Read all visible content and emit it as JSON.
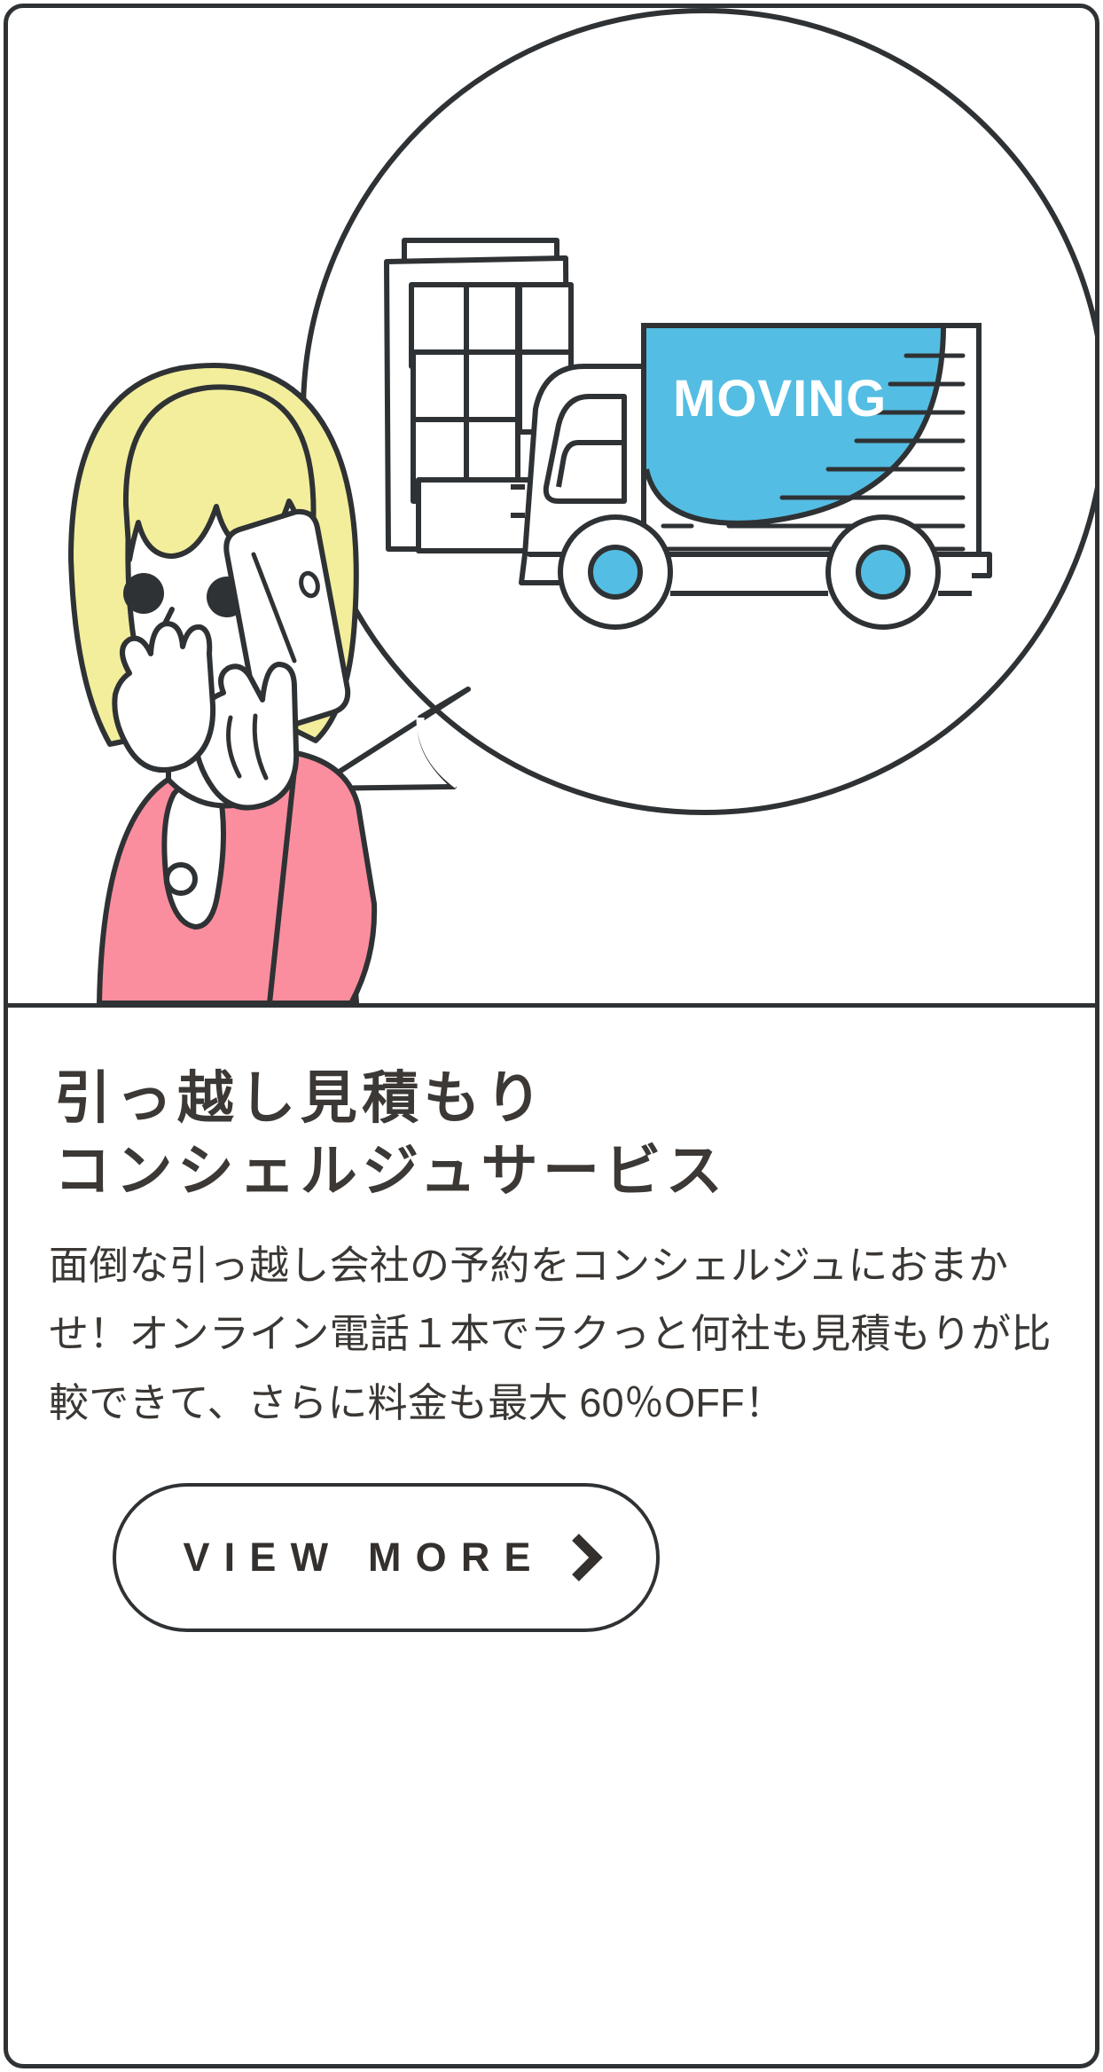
{
  "card": {
    "border_color": "#2f3234",
    "background": "#ffffff"
  },
  "illustration": {
    "name": "moving-service-illustration",
    "alt": "Woman on phone with speech bubble containing a moving truck and apartment building",
    "speech_bubble": {
      "truck_label": "MOVING",
      "truck_panel_color": "#54bde3",
      "wheel_hub_color": "#54bde3",
      "line_color": "#2f3234"
    },
    "character": {
      "hair_color": "#f2ee9c",
      "top_color": "#fb8e9e",
      "skin_color": "#ffffff",
      "outline_color": "#2f3234"
    }
  },
  "content": {
    "headline_lines": [
      "引っ越し見積もり",
      "コンシェルジュサービス"
    ],
    "description": "面倒な引っ越し会社の予約をコンシェルジュにおまかせ！オンライン電話１本でラクっと何社も見積もりが比較できて、さらに料金も最大 60％OFF！",
    "cta": {
      "label": "VIEW MORE",
      "icon": "chevron-right-icon"
    }
  },
  "colors": {
    "text": "#3c3835",
    "accent_blue": "#54bde3",
    "accent_pink": "#fb8e9e",
    "accent_yellow": "#f2ee9c",
    "outline": "#2f3234"
  }
}
